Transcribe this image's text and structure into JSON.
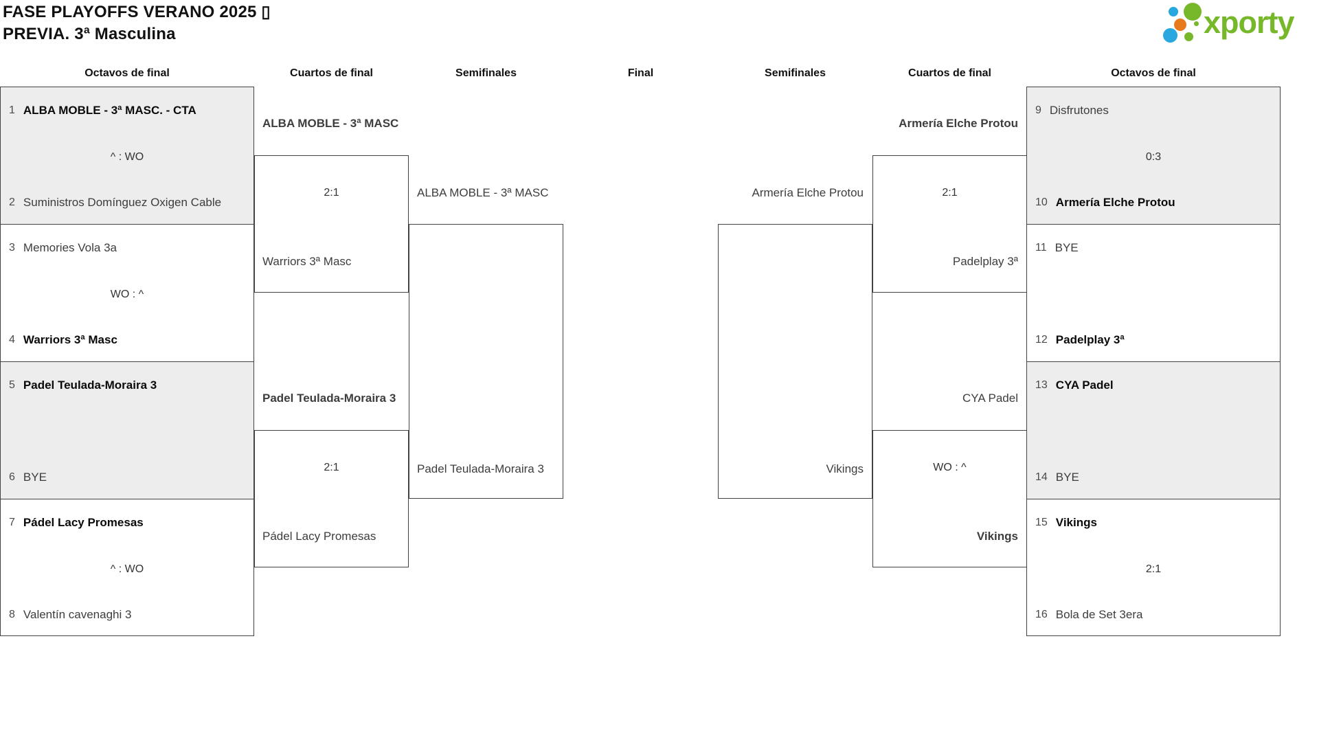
{
  "header": {
    "title_line1": "FASE PLAYOFFS VERANO 2025 ▯",
    "title_line2": "PREVIA. 3ª Masculina",
    "logo": {
      "brand": "xporty",
      "colors": {
        "green": "#76b82a",
        "blue": "#29a8e0",
        "orange": "#e87a1e"
      }
    }
  },
  "round_headers": [
    "Octavos de final",
    "Cuartos de final",
    "Semifinales",
    "Final",
    "Semifinales",
    "Cuartos de final",
    "Octavos de final"
  ],
  "octavos": {
    "left": [
      {
        "team1": {
          "seed": "1",
          "name": "ALBA MOBLE - 3ª MASC. - CTA",
          "winner": true
        },
        "score": "^ : WO",
        "team2": {
          "seed": "2",
          "name": "Suministros Domínguez Oxigen Cable",
          "winner": false
        }
      },
      {
        "team1": {
          "seed": "3",
          "name": "Memories Vola 3a",
          "winner": false
        },
        "score": "WO : ^",
        "team2": {
          "seed": "4",
          "name": "Warriors 3ª Masc",
          "winner": true
        }
      },
      {
        "team1": {
          "seed": "5",
          "name": "Padel Teulada-Moraira 3",
          "winner": true
        },
        "score": "",
        "team2": {
          "seed": "6",
          "name": "BYE",
          "winner": false
        }
      },
      {
        "team1": {
          "seed": "7",
          "name": "Pádel Lacy Promesas",
          "winner": true
        },
        "score": "^ : WO",
        "team2": {
          "seed": "8",
          "name": "Valentín cavenaghi 3",
          "winner": false
        }
      }
    ],
    "right": [
      {
        "team1": {
          "seed": "9",
          "name": "Disfrutones",
          "winner": false
        },
        "score": "0:3",
        "team2": {
          "seed": "10",
          "name": "Armería Elche Protou",
          "winner": true
        }
      },
      {
        "team1": {
          "seed": "11",
          "name": "BYE",
          "winner": false
        },
        "score": "",
        "team2": {
          "seed": "12",
          "name": "Padelplay 3ª",
          "winner": true
        }
      },
      {
        "team1": {
          "seed": "13",
          "name": "CYA Padel",
          "winner": true
        },
        "score": "",
        "team2": {
          "seed": "14",
          "name": "BYE",
          "winner": false
        }
      },
      {
        "team1": {
          "seed": "15",
          "name": "Vikings",
          "winner": true
        },
        "score": "2:1",
        "team2": {
          "seed": "16",
          "name": "Bola de Set 3era",
          "winner": false
        }
      }
    ]
  },
  "cuartos": {
    "left": [
      {
        "top": {
          "name": "ALBA MOBLE - 3ª MASC",
          "winner": true
        },
        "score": "2:1",
        "bottom": {
          "name": "Warriors 3ª Masc",
          "winner": false
        }
      },
      {
        "top": {
          "name": "Padel Teulada-Moraira 3",
          "winner": true
        },
        "score": "2:1",
        "bottom": {
          "name": "Pádel Lacy Promesas",
          "winner": false
        }
      }
    ],
    "right": [
      {
        "top": {
          "name": "Armería Elche Protou",
          "winner": true
        },
        "score": "2:1",
        "bottom": {
          "name": "Padelplay 3ª",
          "winner": false
        }
      },
      {
        "top": {
          "name": "CYA Padel",
          "winner": false
        },
        "score": "WO : ^",
        "bottom": {
          "name": "Vikings",
          "winner": true
        }
      }
    ]
  },
  "semifinales": {
    "left": {
      "top": {
        "name": "ALBA MOBLE - 3ª MASC"
      },
      "bottom": {
        "name": "Padel Teulada-Moraira 3"
      }
    },
    "right": {
      "top": {
        "name": "Armería Elche Protou"
      },
      "bottom": {
        "name": "Vikings"
      }
    }
  }
}
